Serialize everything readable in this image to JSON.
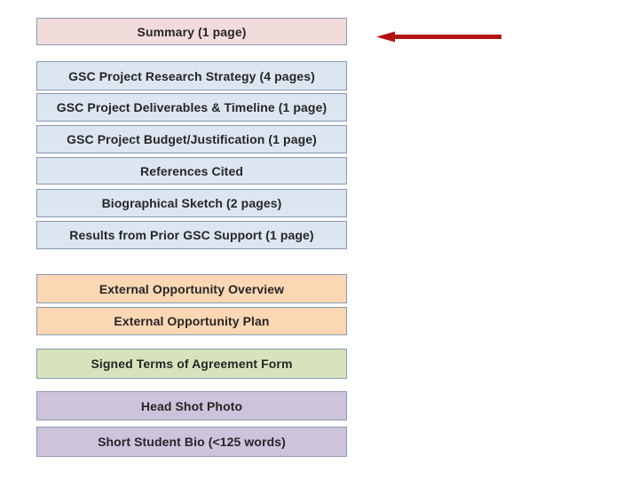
{
  "slide": {
    "background": "#ffffff",
    "text_color": "#262626",
    "arrow": {
      "color": "#b01311",
      "direction": "left"
    },
    "groups": {
      "summary": {
        "fill": "#f2dcdb",
        "border": "#8998b4"
      },
      "gsc": {
        "fill": "#dce6f1",
        "border": "#8998b4"
      },
      "external": {
        "fill": "#fbd7b4",
        "border": "#8998b4"
      },
      "agreement": {
        "fill": "#d7e3bd",
        "border": "#8998b4"
      },
      "student": {
        "fill": "#cdc3db",
        "border": "#8998b4"
      }
    },
    "boxes": [
      {
        "label": "Summary (1 page)",
        "group": "summary"
      },
      {
        "label": "GSC Project Research Strategy (4 pages)",
        "group": "gsc"
      },
      {
        "label": "GSC Project Deliverables & Timeline (1 page)",
        "group": "gsc"
      },
      {
        "label": "GSC Project Budget/Justification (1 page)",
        "group": "gsc"
      },
      {
        "label": "References Cited",
        "group": "gsc"
      },
      {
        "label": "Biographical Sketch (2 pages)",
        "group": "gsc"
      },
      {
        "label": "Results from Prior GSC Support (1 page)",
        "group": "gsc"
      },
      {
        "label": "External Opportunity Overview",
        "group": "external"
      },
      {
        "label": "External Opportunity Plan",
        "group": "external"
      },
      {
        "label": "Signed Terms of Agreement Form",
        "group": "agreement"
      },
      {
        "label": "Head Shot Photo",
        "group": "student"
      },
      {
        "label": "Short Student Bio (<125 words)",
        "group": "student"
      }
    ]
  }
}
